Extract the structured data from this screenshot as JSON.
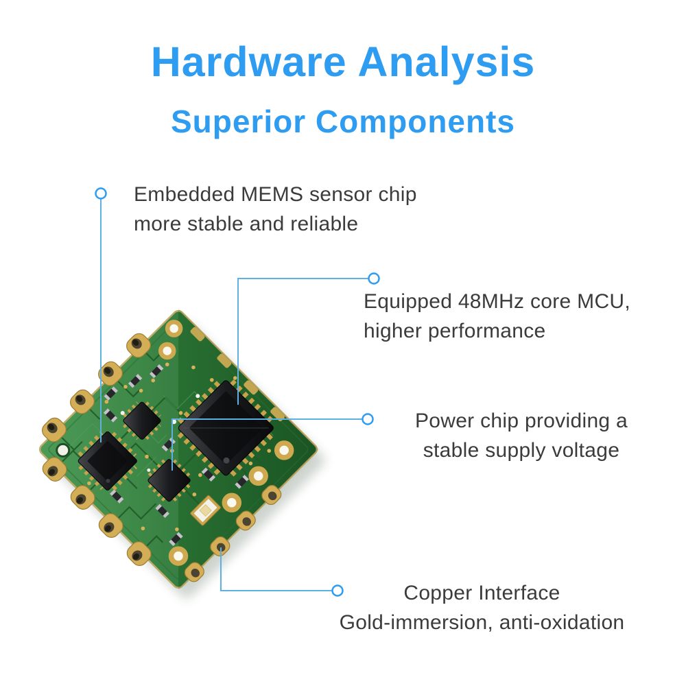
{
  "header": {
    "title": "Hardware Analysis",
    "subtitle": "Superior Components"
  },
  "callouts": [
    {
      "id": "mems",
      "line1": "Embedded MEMS sensor chip",
      "line2": "more stable and reliable"
    },
    {
      "id": "mcu",
      "line1": "Equipped 48MHz core MCU,",
      "line2": "higher performance"
    },
    {
      "id": "power",
      "line1": "Power chip providing a",
      "line2": "stable supply voltage"
    },
    {
      "id": "copper",
      "line1": "Copper Interface",
      "line2": "Gold-immersion, anti-oxidation"
    }
  ],
  "colors": {
    "accent_blue": "#2e9cf1",
    "leader_line_blue": "#5fb0e2",
    "pcb_green": "#2f7c3a",
    "pad_gold": "#d4ae57",
    "chip_black": "#17181a"
  },
  "icons": [
    "callout-dot-icon"
  ]
}
